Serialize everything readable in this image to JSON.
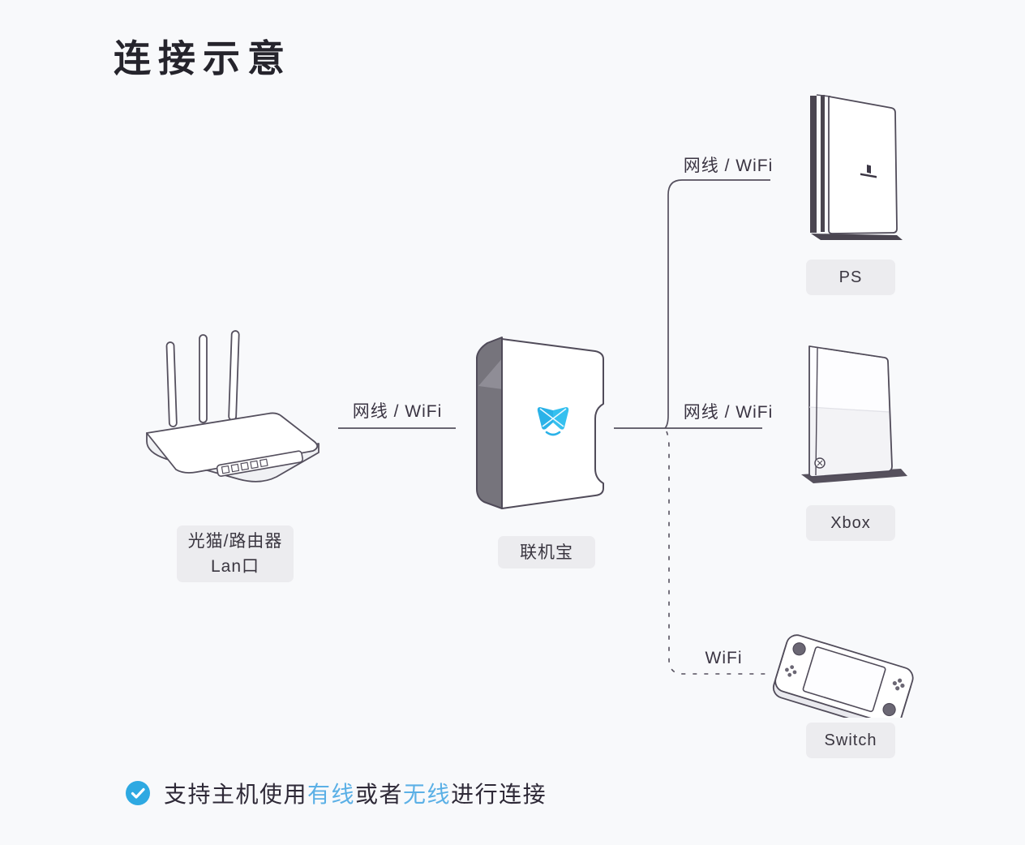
{
  "title": "连接示意",
  "colors": {
    "background": "#f8f9fb",
    "line_dark": "#55505e",
    "label_box_bg": "#ececef",
    "accent_blue": "#2ea9e2",
    "highlight_text_blue": "#5bb0e6",
    "hub_logo_cyan": "#2ab2e8"
  },
  "nodes": {
    "router": {
      "label_line1": "光猫/路由器",
      "label_line2": "Lan口",
      "illustration": "router-with-antennas"
    },
    "hub": {
      "label": "联机宝",
      "logo_icon": "butterfly-logo-icon"
    },
    "ps": {
      "label": "PS",
      "logo_icon": "playstation-logo-icon"
    },
    "xbox": {
      "label": "Xbox",
      "logo_icon": "xbox-sphere-logo-icon"
    },
    "switch": {
      "label": "Switch"
    }
  },
  "connections": [
    {
      "id": "router-hub",
      "label": "网线 / WiFi",
      "style": "solid"
    },
    {
      "id": "hub-ps",
      "label": "网线 / WiFi",
      "style": "solid"
    },
    {
      "id": "hub-xbox",
      "label": "网线 / WiFi",
      "style": "solid"
    },
    {
      "id": "hub-switch",
      "label": "WiFi",
      "style": "dashed"
    }
  ],
  "footnote": {
    "icon": "check-circle-icon",
    "segments": [
      {
        "text": "支持主机使用",
        "color": "dark"
      },
      {
        "text": "有线",
        "color": "blue"
      },
      {
        "text": "或者",
        "color": "dark"
      },
      {
        "text": "无线",
        "color": "blue"
      },
      {
        "text": "进行连接",
        "color": "dark"
      }
    ]
  }
}
